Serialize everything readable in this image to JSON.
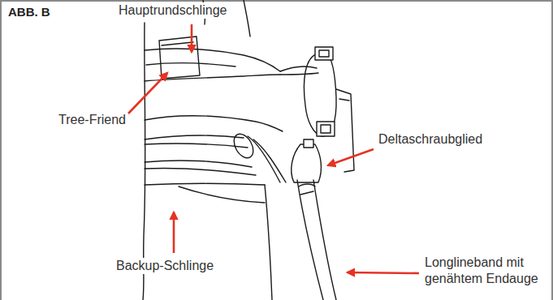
{
  "diagram": {
    "title": "ABB. B",
    "labels": [
      "Hauptrundschlinge",
      "Tree-Friend",
      "Deltaschraubglied",
      "Backup-Schlinge",
      "Longlineband mit genähtem Endauge"
    ]
  }
}
